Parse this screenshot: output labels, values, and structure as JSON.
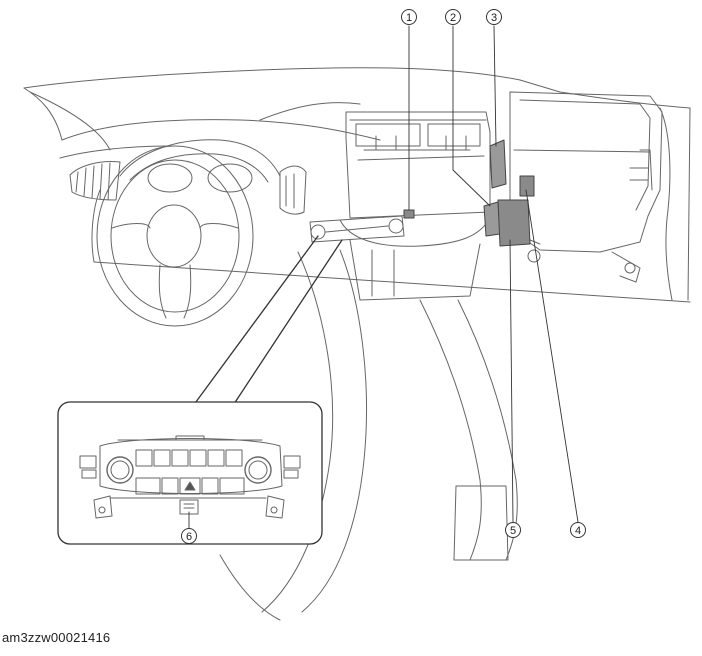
{
  "figure": {
    "caption": "am3zzw00021416"
  },
  "callouts": [
    {
      "id": "1",
      "label": "1"
    },
    {
      "id": "2",
      "label": "2"
    },
    {
      "id": "3",
      "label": "3"
    },
    {
      "id": "4",
      "label": "4"
    },
    {
      "id": "5",
      "label": "5"
    },
    {
      "id": "6",
      "label": "6"
    }
  ],
  "colors": {
    "line": "#555555",
    "highlight": "#8a8a8a",
    "highlight_light": "#bdbdbd"
  }
}
